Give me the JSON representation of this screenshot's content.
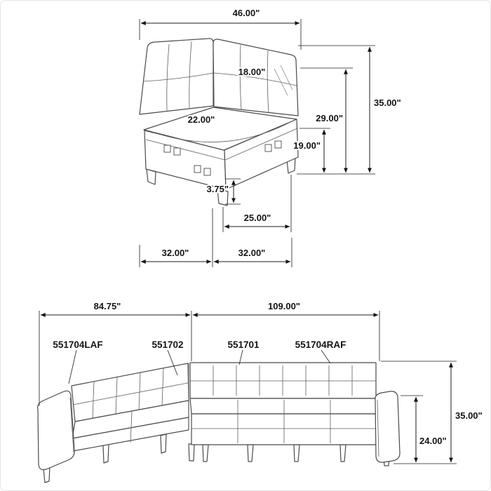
{
  "top_diagram": {
    "name": "corner-wedge-dimension-drawing",
    "dims": {
      "width_top": "46.00\"",
      "back_cushion": "18.00\"",
      "seat_depth": "22.00\"",
      "height_overall": "35.00\"",
      "height_back": "29.00\"",
      "height_seat": "19.00\"",
      "leg_height": "3.75\"",
      "seat_front": "25.00\"",
      "base_left": "32.00\"",
      "base_right": "32.00\""
    }
  },
  "bottom_diagram": {
    "name": "sectional-overall-dimension-drawing",
    "dims": {
      "width_left": "84.75\"",
      "width_right": "109.00\"",
      "height_overall": "35.00\"",
      "height_arm": "24.00\""
    },
    "parts": [
      "551704LAF",
      "551702",
      "551701",
      "551704RAF"
    ]
  }
}
